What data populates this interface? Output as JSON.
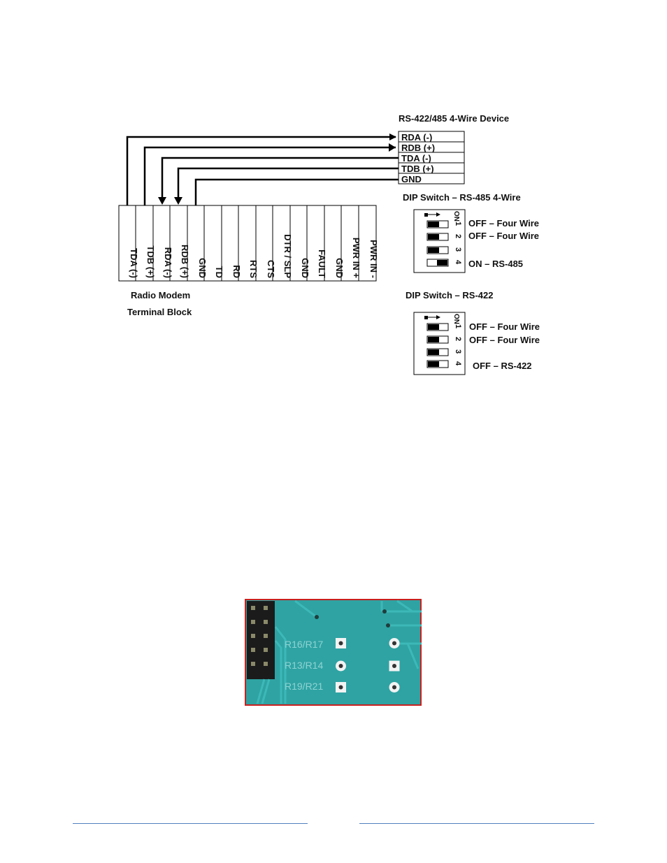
{
  "device": {
    "title": "RS-422/485 4-Wire Device",
    "pins": [
      "RDA (-)",
      "RDB (+)",
      "TDA (-)",
      "TDB (+)",
      "GND"
    ]
  },
  "terminal_block": {
    "pins": [
      "TDA (-)",
      "TDB (+)",
      "RDA (-)",
      "RDB (+)",
      "GND",
      "TD",
      "RD",
      "RTS",
      "CTS",
      "DTR / SLP",
      "GND",
      "FAULT",
      "GND",
      "PWR IN +",
      "PWR IN -"
    ],
    "caption_line1": "Radio Modem",
    "caption_line2": "Terminal Block"
  },
  "dip_rs485": {
    "title": "DIP Switch – RS-485 4-Wire",
    "on_label": "ON",
    "numbers": [
      "1",
      "2",
      "3",
      "4"
    ],
    "positions": [
      "off",
      "off",
      "off",
      "on"
    ],
    "labels": [
      "OFF – Four Wire",
      "OFF – Four Wire",
      "",
      "ON – RS-485"
    ]
  },
  "dip_rs422": {
    "title": "DIP Switch – RS-422",
    "on_label": "ON",
    "numbers": [
      "1",
      "2",
      "3",
      "4"
    ],
    "positions": [
      "off",
      "off",
      "off",
      "off"
    ],
    "labels": [
      "OFF – Four Wire",
      "OFF – Four Wire",
      "",
      "OFF – RS-422"
    ]
  },
  "pcb": {
    "labels": [
      "R16/R17",
      "R13/R14",
      "R19/R21"
    ],
    "board_color": "#2fa3a3",
    "border_color": "#c8201e"
  }
}
